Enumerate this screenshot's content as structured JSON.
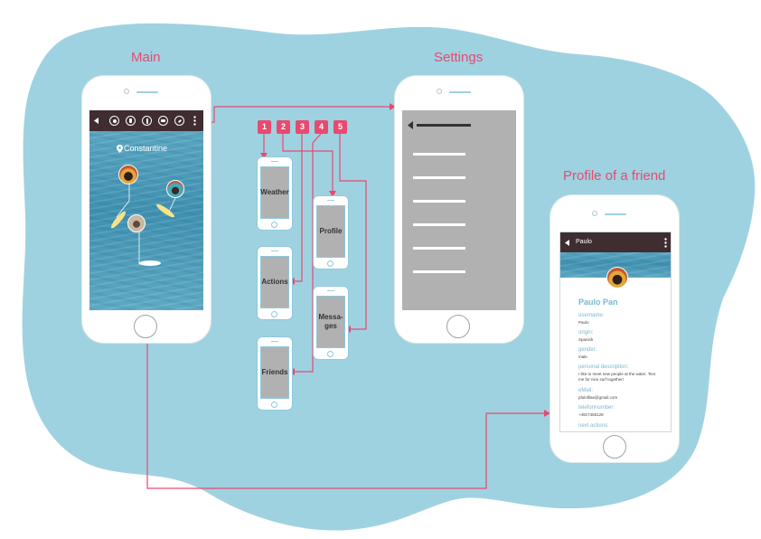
{
  "titles": {
    "main": "Main",
    "settings": "Settings",
    "profile": "Profile of a friend"
  },
  "main_screen": {
    "location": "Constantine",
    "icons": [
      "back-arrow-icon",
      "record-icon",
      "person-icon",
      "surfer-icon",
      "message-icon",
      "compass-icon",
      "more-dots-icon"
    ]
  },
  "badges": [
    "1",
    "2",
    "3",
    "4",
    "5"
  ],
  "mini_screens": {
    "weather": "Weather",
    "actions": "Actions",
    "friends": "Friends",
    "profile": "Profile",
    "messages_line1": "Messa-",
    "messages_line2": "ges"
  },
  "friend_profile": {
    "header_name": "Paulo",
    "full_name": "Paulo Pan",
    "fields": [
      {
        "label": "username:",
        "value": "Paulo"
      },
      {
        "label": "origin:",
        "value": "Spanish"
      },
      {
        "label": "gender:",
        "value": "male"
      },
      {
        "label": "personal description:",
        "value": "I like to meet new people at the water. Text me for nice surf together!"
      },
      {
        "label": "eMail:",
        "value": "pfulofilae@gmail.com"
      },
      {
        "label": "telefonnumber:",
        "value": "+4917465128"
      },
      {
        "label": "next actions:",
        "value": ""
      }
    ]
  },
  "colors": {
    "blob": "#9fd2e0",
    "accent": "#e84a6f",
    "topbar": "#3f2d32",
    "placeholder_gray": "#b1b1b1",
    "label_blue": "#7ab8cf"
  }
}
